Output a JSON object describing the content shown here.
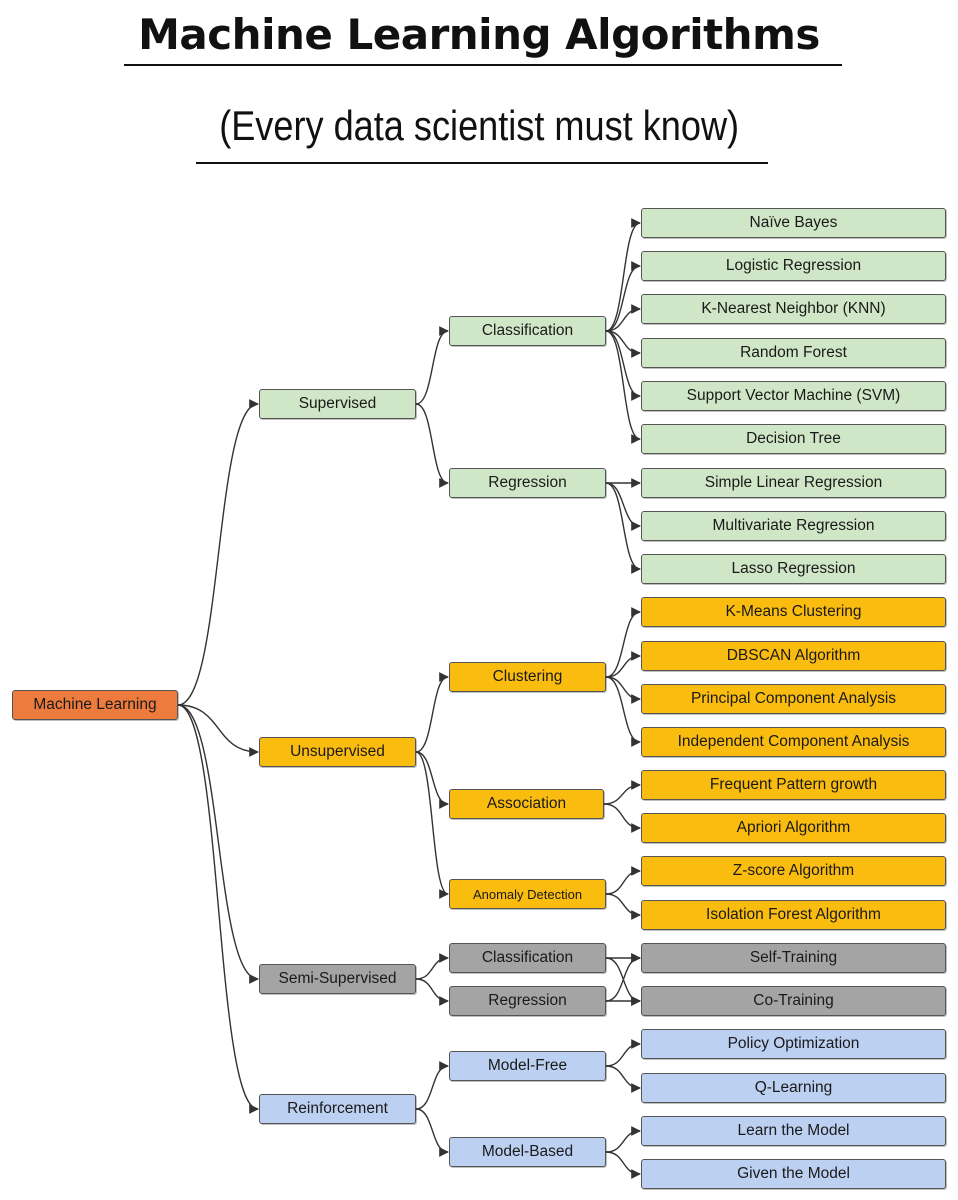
{
  "header": {
    "title": "Machine Learning Algorithms",
    "subtitle": "(Every data scientist must know)"
  },
  "colors": {
    "root": "#ee7b3e",
    "supervised": "#cfe7c6",
    "unsupervised": "#fbbc10",
    "semi_supervised": "#a4a4a4",
    "reinforcement": "#bcd0f2",
    "connector": "#333333"
  },
  "tree": {
    "root": "Machine Learning",
    "supervised": {
      "label": "Supervised",
      "classification": {
        "label": "Classification",
        "items": [
          "Naïve Bayes",
          "Logistic Regression",
          "K-Nearest Neighbor (KNN)",
          "Random Forest",
          "Support Vector Machine (SVM)",
          "Decision Tree"
        ]
      },
      "regression": {
        "label": "Regression",
        "items": [
          "Simple Linear Regression",
          "Multivariate Regression",
          "Lasso Regression"
        ]
      }
    },
    "unsupervised": {
      "label": "Unsupervised",
      "clustering": {
        "label": "Clustering",
        "items": [
          "K-Means Clustering",
          "DBSCAN Algorithm",
          "Principal Component Analysis",
          "Independent Component Analysis"
        ]
      },
      "association": {
        "label": "Association",
        "items": [
          "Frequent Pattern growth",
          "Apriori Algorithm"
        ]
      },
      "anomaly_detection": {
        "label": "Anomaly Detection",
        "items": [
          "Z-score Algorithm",
          "Isolation Forest Algorithm"
        ]
      }
    },
    "semi_supervised": {
      "label": "Semi-Supervised",
      "classification": {
        "label": "Classification"
      },
      "regression": {
        "label": "Regression"
      },
      "items": [
        "Self-Training",
        "Co-Training"
      ]
    },
    "reinforcement": {
      "label": "Reinforcement",
      "model_free": {
        "label": "Model-Free",
        "items": [
          "Policy Optimization",
          "Q-Learning"
        ]
      },
      "model_based": {
        "label": "Model-Based",
        "items": [
          "Learn the Model",
          "Given the Model"
        ]
      }
    }
  }
}
